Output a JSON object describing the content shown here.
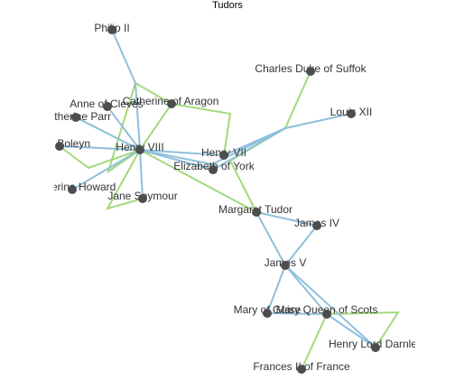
{
  "title": "Tudors",
  "colors": {
    "spouse": "#a3d97c",
    "parent": "#8fbfdc",
    "node": "#4d4d4d",
    "text": "#333333"
  },
  "nodes": [
    {
      "id": "philip",
      "label": "Philip II"
    },
    {
      "id": "charles",
      "label": "Charles Duke of Suffok"
    },
    {
      "id": "catherine_aragon",
      "label": "Catherine of Aragon"
    },
    {
      "id": "anne_cleves",
      "label": "Anne of Cleves"
    },
    {
      "id": "louis",
      "label": "Louis XII"
    },
    {
      "id": "catherine_parr",
      "label": "Catherine Parr"
    },
    {
      "id": "anne_boleyn",
      "label": "Anne Boleyn"
    },
    {
      "id": "henry8",
      "label": "Henry VIII"
    },
    {
      "id": "henry7",
      "label": "Henry VII"
    },
    {
      "id": "elizabeth_york",
      "label": "Elizabeth of York"
    },
    {
      "id": "catherine_howard",
      "label": "Catherine Howard"
    },
    {
      "id": "jane_seymour",
      "label": "Jane Seymour"
    },
    {
      "id": "margaret",
      "label": "Margaret Tudor"
    },
    {
      "id": "james4",
      "label": "James IV"
    },
    {
      "id": "james5",
      "label": "James V"
    },
    {
      "id": "mary_guise",
      "label": "Mary of Guise"
    },
    {
      "id": "mary_scots",
      "label": "Mary Queen of Scots"
    },
    {
      "id": "darnley",
      "label": "Henry Lord Darnley"
    },
    {
      "id": "francis",
      "label": "Frances II of France"
    }
  ]
}
